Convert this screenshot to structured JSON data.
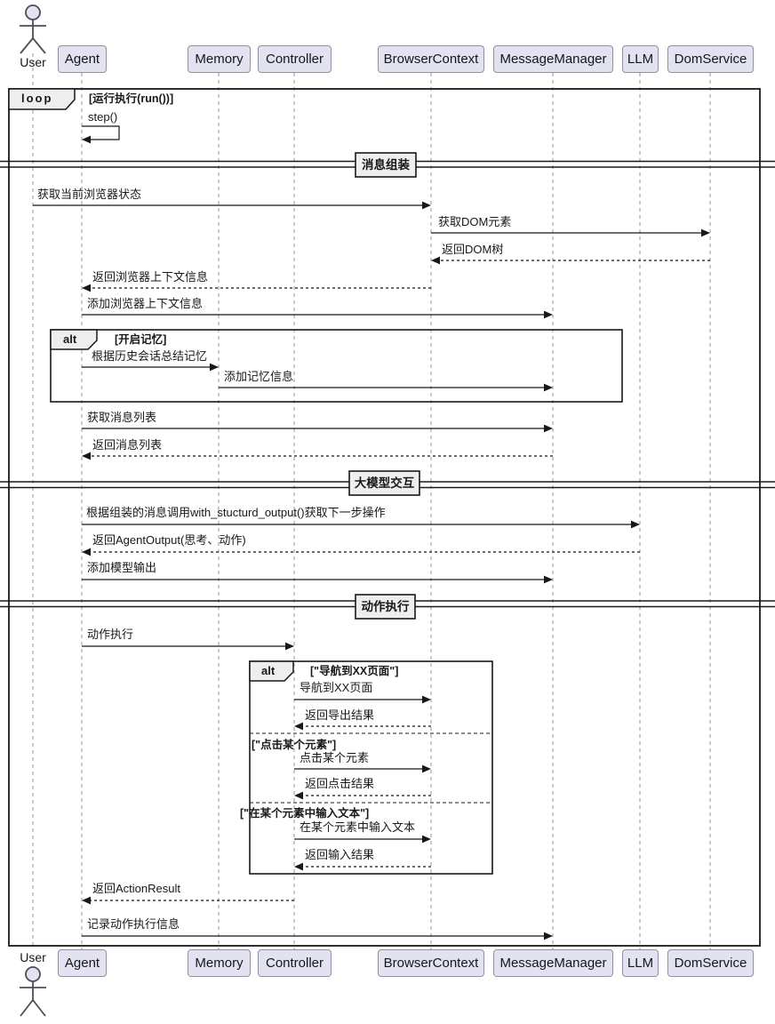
{
  "participants": {
    "user": "User",
    "agent": "Agent",
    "memory": "Memory",
    "controller": "Controller",
    "browser_context": "BrowserContext",
    "message_manager": "MessageManager",
    "llm": "LLM",
    "dom_service": "DomService"
  },
  "frames": {
    "loop": {
      "keyword": "loop",
      "condition": "[运行执行(run())]"
    },
    "alt_memory": {
      "keyword": "alt",
      "condition": "[开启记忆]"
    },
    "alt_action": {
      "keyword": "alt",
      "condition": "[\"导航到XX页面\"]",
      "case_click": "[\"点击某个元素\"]",
      "case_input": "[\"在某个元素中输入文本\"]"
    }
  },
  "dividers": {
    "assemble": "消息组装",
    "llm_interaction": "大模型交互",
    "action_execution": "动作执行"
  },
  "messages": {
    "step": "step()",
    "get_browser_state": "获取当前浏览器状态",
    "get_dom_elements": "获取DOM元素",
    "return_dom_tree": "返回DOM树",
    "return_browser_context": "返回浏览器上下文信息",
    "add_browser_context": "添加浏览器上下文信息",
    "summarize_memory": "根据历史会话总结记忆",
    "add_memory": "添加记忆信息",
    "get_message_list": "获取消息列表",
    "return_message_list": "返回消息列表",
    "call_llm": "根据组装的消息调用with_stucturd_output()获取下一步操作",
    "return_agent_output": "返回AgentOutput(思考、动作)",
    "add_model_output": "添加模型输出",
    "action_execute": "动作执行",
    "navigate": "导航到XX页面",
    "return_navigate": "返回导出结果",
    "click": "点击某个元素",
    "return_click": "返回点击结果",
    "input_text": "在某个元素中输入文本",
    "return_input": "返回输入结果",
    "return_action_result": "返回ActionResult",
    "record_action": "记录动作执行信息"
  },
  "colors": {
    "background": "#ffffff",
    "line": "#181818",
    "lifeline": "#a6a6a6",
    "participant_fill": "#e2e2f0",
    "participant_border": "#8f90a3",
    "frame_label_fill": "#eeeeee"
  }
}
